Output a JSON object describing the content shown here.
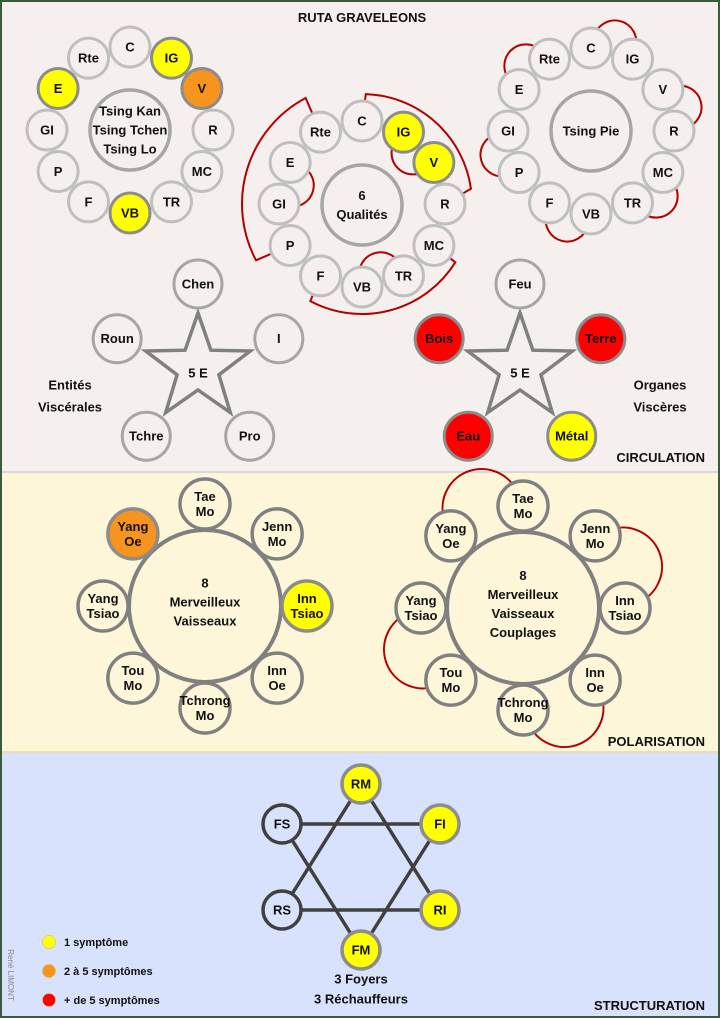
{
  "title": "RUTA GRAVELEONS",
  "sections": {
    "circulation": "CIRCULATION",
    "polarisation": "POLARISATION",
    "structuration": "STRUCTURATION"
  },
  "colors": {
    "level_1": "#ffff00",
    "level_2": "#f7941d",
    "level_3": "#ff0000",
    "link": "#b30000",
    "bg_circulation": "#f5f0ee",
    "bg_polarisation": "#fdf6d9",
    "bg_structuration": "#d9e2fc"
  },
  "rings": [
    {
      "center": [
        "Tsing Kan",
        "Tsing Tchen",
        "Tsing Lo"
      ],
      "nodes": [
        {
          "label": "C",
          "level": 0
        },
        {
          "label": "IG",
          "level": 1
        },
        {
          "label": "V",
          "level": 2
        },
        {
          "label": "R",
          "level": 0
        },
        {
          "label": "MC",
          "level": 0
        },
        {
          "label": "TR",
          "level": 0
        },
        {
          "label": "VB",
          "level": 1
        },
        {
          "label": "F",
          "level": 0
        },
        {
          "label": "P",
          "level": 0
        },
        {
          "label": "GI",
          "level": 0
        },
        {
          "label": "E",
          "level": 1
        },
        {
          "label": "Rte",
          "level": 0
        }
      ],
      "links": []
    },
    {
      "center": [
        "6",
        "Qualités"
      ],
      "nodes": [
        {
          "label": "C",
          "level": 0
        },
        {
          "label": "IG",
          "level": 1
        },
        {
          "label": "V",
          "level": 1
        },
        {
          "label": "R",
          "level": 0
        },
        {
          "label": "MC",
          "level": 0
        },
        {
          "label": "TR",
          "level": 0
        },
        {
          "label": "VB",
          "level": 0
        },
        {
          "label": "F",
          "level": 0
        },
        {
          "label": "P",
          "level": 0
        },
        {
          "label": "GI",
          "level": 0
        },
        {
          "label": "E",
          "level": 0
        },
        {
          "label": "Rte",
          "level": 0
        }
      ],
      "links": [
        [
          "C",
          "R"
        ],
        [
          "MC",
          "F"
        ],
        [
          "Rte",
          "P"
        ],
        [
          "E",
          "GI"
        ],
        [
          "IG",
          "V"
        ],
        [
          "TR",
          "VB"
        ]
      ]
    },
    {
      "center": [
        "Tsing Pie"
      ],
      "nodes": [
        {
          "label": "C",
          "level": 0
        },
        {
          "label": "IG",
          "level": 0
        },
        {
          "label": "V",
          "level": 0
        },
        {
          "label": "R",
          "level": 0
        },
        {
          "label": "MC",
          "level": 0
        },
        {
          "label": "TR",
          "level": 0
        },
        {
          "label": "VB",
          "level": 0
        },
        {
          "label": "F",
          "level": 0
        },
        {
          "label": "P",
          "level": 0
        },
        {
          "label": "GI",
          "level": 0
        },
        {
          "label": "E",
          "level": 0
        },
        {
          "label": "Rte",
          "level": 0
        }
      ],
      "links": [
        [
          "C",
          "IG"
        ],
        [
          "V",
          "R"
        ],
        [
          "MC",
          "TR"
        ],
        [
          "VB",
          "F"
        ],
        [
          "P",
          "GI"
        ],
        [
          "E",
          "Rte"
        ]
      ]
    }
  ],
  "stars": [
    {
      "center": "5 E",
      "caption": [
        "Entités",
        "Viscérales"
      ],
      "nodes": [
        {
          "label": "Chen",
          "level": 0
        },
        {
          "label": "I",
          "level": 0
        },
        {
          "label": "Pro",
          "level": 0
        },
        {
          "label": "Tchre",
          "level": 0
        },
        {
          "label": "Roun",
          "level": 0
        }
      ]
    },
    {
      "center": "5 E",
      "caption": [
        "Organes",
        "Viscères"
      ],
      "nodes": [
        {
          "label": "Feu",
          "level": 0
        },
        {
          "label": "Terre",
          "level": 3
        },
        {
          "label": "Métal",
          "level": 1
        },
        {
          "label": "Eau",
          "level": 3
        },
        {
          "label": "Bois",
          "level": 3
        }
      ]
    }
  ],
  "vessels": [
    {
      "center": [
        "8",
        "Merveilleux",
        "Vaisseaux"
      ],
      "nodes": [
        {
          "label": [
            "Tae",
            "Mo"
          ],
          "level": 0
        },
        {
          "label": [
            "Jenn",
            "Mo"
          ],
          "level": 0
        },
        {
          "label": [
            "Inn",
            "Tsiao"
          ],
          "level": 1
        },
        {
          "label": [
            "Inn",
            "Oe"
          ],
          "level": 0
        },
        {
          "label": [
            "Tchrong",
            "Mo"
          ],
          "level": 0
        },
        {
          "label": [
            "Tou",
            "Mo"
          ],
          "level": 0
        },
        {
          "label": [
            "Yang",
            "Tsiao"
          ],
          "level": 0
        },
        {
          "label": [
            "Yang",
            "Oe"
          ],
          "level": 2
        }
      ],
      "links": []
    },
    {
      "center": [
        "8",
        "Merveilleux",
        "Vaisseaux",
        "Couplages"
      ],
      "nodes": [
        {
          "label": [
            "Tae",
            "Mo"
          ],
          "level": 0
        },
        {
          "label": [
            "Jenn",
            "Mo"
          ],
          "level": 0
        },
        {
          "label": [
            "Inn",
            "Tsiao"
          ],
          "level": 0
        },
        {
          "label": [
            "Inn",
            "Oe"
          ],
          "level": 0
        },
        {
          "label": [
            "Tchrong",
            "Mo"
          ],
          "level": 0
        },
        {
          "label": [
            "Tou",
            "Mo"
          ],
          "level": 0
        },
        {
          "label": [
            "Yang",
            "Tsiao"
          ],
          "level": 0
        },
        {
          "label": [
            "Yang",
            "Oe"
          ],
          "level": 0
        }
      ],
      "links": [
        [
          7,
          0
        ],
        [
          1,
          2
        ],
        [
          3,
          4
        ],
        [
          5,
          6
        ]
      ]
    }
  ],
  "foyers": {
    "caption": [
      "3 Foyers",
      "3 Réchauffeurs"
    ],
    "nodes": [
      {
        "label": "RM",
        "level": 1
      },
      {
        "label": "FI",
        "level": 1
      },
      {
        "label": "RI",
        "level": 1
      },
      {
        "label": "FM",
        "level": 1
      },
      {
        "label": "RS",
        "level": 0
      },
      {
        "label": "FS",
        "level": 0
      }
    ]
  },
  "legend": [
    {
      "label": "1 symptôme",
      "color": "#ffff00"
    },
    {
      "label": "2 à 5 symptômes",
      "color": "#f7941d"
    },
    {
      "label": "+ de 5 symptômes",
      "color": "#ff0000"
    }
  ],
  "author": "René LIMONT"
}
